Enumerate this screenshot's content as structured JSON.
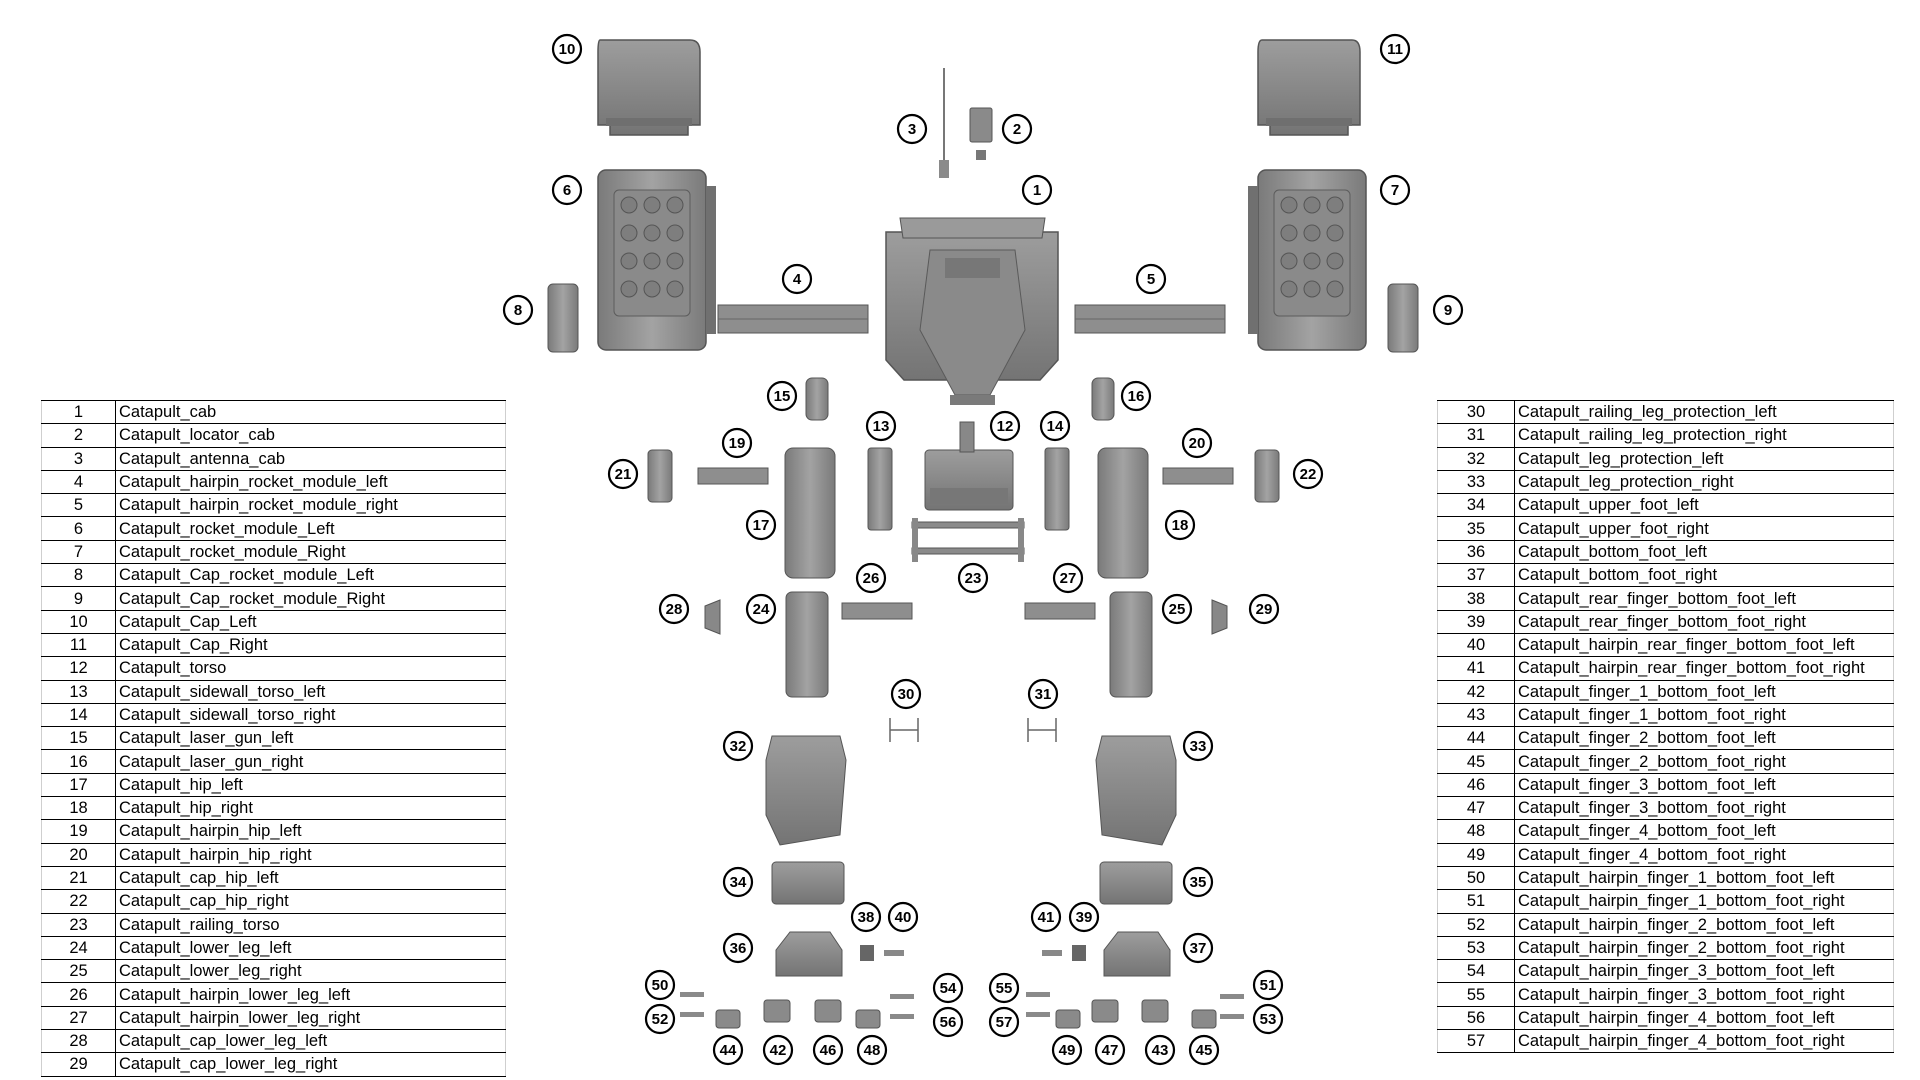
{
  "parts_left": [
    {
      "num": "1",
      "name": "Catapult_cab"
    },
    {
      "num": "2",
      "name": "Catapult_locator_cab"
    },
    {
      "num": "3",
      "name": "Catapult_antenna_cab"
    },
    {
      "num": "4",
      "name": "Catapult_hairpin_rocket_module_left"
    },
    {
      "num": "5",
      "name": "Catapult_hairpin_rocket_module_right"
    },
    {
      "num": "6",
      "name": "Catapult_rocket_module_Left"
    },
    {
      "num": "7",
      "name": "Catapult_rocket_module_Right"
    },
    {
      "num": "8",
      "name": "Catapult_Cap_rocket_module_Left"
    },
    {
      "num": "9",
      "name": "Catapult_Cap_rocket_module_Right"
    },
    {
      "num": "10",
      "name": "Catapult_Cap_Left"
    },
    {
      "num": "11",
      "name": "Catapult_Cap_Right"
    },
    {
      "num": "12",
      "name": "Catapult_torso"
    },
    {
      "num": "13",
      "name": "Catapult_sidewall_torso_left"
    },
    {
      "num": "14",
      "name": "Catapult_sidewall_torso_right"
    },
    {
      "num": "15",
      "name": "Catapult_laser_gun_left"
    },
    {
      "num": "16",
      "name": "Catapult_laser_gun_right"
    },
    {
      "num": "17",
      "name": "Catapult_hip_left"
    },
    {
      "num": "18",
      "name": "Catapult_hip_right"
    },
    {
      "num": "19",
      "name": "Catapult_hairpin_hip_left"
    },
    {
      "num": "20",
      "name": "Catapult_hairpin_hip_right"
    },
    {
      "num": "21",
      "name": "Catapult_cap_hip_left"
    },
    {
      "num": "22",
      "name": "Catapult_cap_hip_right"
    },
    {
      "num": "23",
      "name": "Catapult_railing_torso"
    },
    {
      "num": "24",
      "name": "Catapult_lower_leg_left"
    },
    {
      "num": "25",
      "name": "Catapult_lower_leg_right"
    },
    {
      "num": "26",
      "name": "Catapult_hairpin_lower_leg_left"
    },
    {
      "num": "27",
      "name": "Catapult_hairpin_lower_leg_right"
    },
    {
      "num": "28",
      "name": "Catapult_cap_lower_leg_left"
    },
    {
      "num": "29",
      "name": "Catapult_cap_lower_leg_right"
    }
  ],
  "parts_right": [
    {
      "num": "30",
      "name": "Catapult_railing_leg_protection_left"
    },
    {
      "num": "31",
      "name": "Catapult_railing_leg_protection_right"
    },
    {
      "num": "32",
      "name": "Catapult_leg_protection_left"
    },
    {
      "num": "33",
      "name": "Catapult_leg_protection_right"
    },
    {
      "num": "34",
      "name": "Catapult_upper_foot_left"
    },
    {
      "num": "35",
      "name": "Catapult_upper_foot_right"
    },
    {
      "num": "36",
      "name": "Catapult_bottom_foot_left"
    },
    {
      "num": "37",
      "name": "Catapult_bottom_foot_right"
    },
    {
      "num": "38",
      "name": "Catapult_rear_finger_bottom_foot_left"
    },
    {
      "num": "39",
      "name": "Catapult_rear_finger_bottom_foot_right"
    },
    {
      "num": "40",
      "name": "Catapult_hairpin_rear_finger_bottom_foot_left"
    },
    {
      "num": "41",
      "name": "Catapult_hairpin_rear_finger_bottom_foot_right"
    },
    {
      "num": "42",
      "name": "Catapult_finger_1_bottom_foot_left"
    },
    {
      "num": "43",
      "name": "Catapult_finger_1_bottom_foot_right"
    },
    {
      "num": "44",
      "name": "Catapult_finger_2_bottom_foot_left"
    },
    {
      "num": "45",
      "name": "Catapult_finger_2_bottom_foot_right"
    },
    {
      "num": "46",
      "name": "Catapult_finger_3_bottom_foot_left"
    },
    {
      "num": "47",
      "name": "Catapult_finger_3_bottom_foot_right"
    },
    {
      "num": "48",
      "name": "Catapult_finger_4_bottom_foot_left"
    },
    {
      "num": "49",
      "name": "Catapult_finger_4_bottom_foot_right"
    },
    {
      "num": "50",
      "name": "Catapult_hairpin_finger_1_bottom_foot_left"
    },
    {
      "num": "51",
      "name": "Catapult_hairpin_finger_1_bottom_foot_right"
    },
    {
      "num": "52",
      "name": "Catapult_hairpin_finger_2_bottom_foot_left"
    },
    {
      "num": "53",
      "name": "Catapult_hairpin_finger_2_bottom_foot_right"
    },
    {
      "num": "54",
      "name": "Catapult_hairpin_finger_3_bottom_foot_left"
    },
    {
      "num": "55",
      "name": "Catapult_hairpin_finger_3_bottom_foot_right"
    },
    {
      "num": "56",
      "name": "Catapult_hairpin_finger_4_bottom_foot_left"
    },
    {
      "num": "57",
      "name": "Catapult_hairpin_finger_4_bottom_foot_right"
    }
  ],
  "callout_labels": [
    "1",
    "2",
    "3",
    "4",
    "5",
    "6",
    "7",
    "8",
    "9",
    "10",
    "11",
    "12",
    "13",
    "14",
    "15",
    "16",
    "17",
    "18",
    "19",
    "20",
    "21",
    "22",
    "23",
    "24",
    "25",
    "26",
    "27",
    "28",
    "29",
    "30",
    "31",
    "32",
    "33",
    "34",
    "35",
    "36",
    "37",
    "38",
    "39",
    "40",
    "41",
    "42",
    "43",
    "44",
    "45",
    "46",
    "47",
    "48",
    "49",
    "50",
    "51",
    "52",
    "53",
    "54",
    "55",
    "56",
    "57"
  ],
  "colors": {
    "part_fill": "#8c8c8c",
    "part_dark": "#6a6a6a",
    "part_light": "#a8a8a8",
    "callout_stroke": "#000000"
  }
}
